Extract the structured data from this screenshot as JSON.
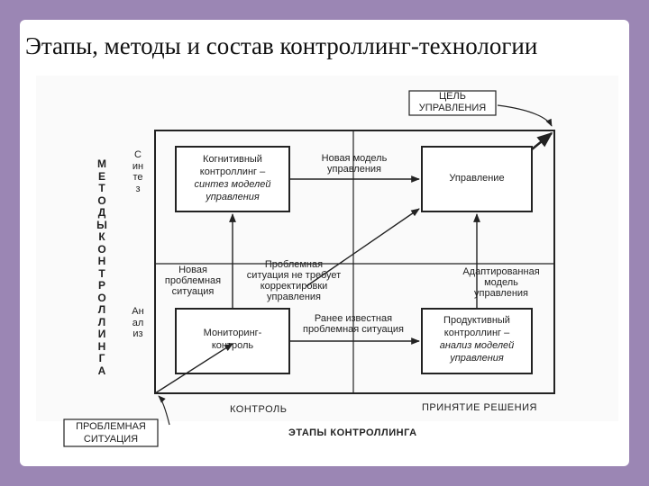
{
  "slide": {
    "title": "Этапы, методы и состав контроллинг-технологии"
  },
  "diagram": {
    "goal_label": "ЦЕЛЬ УПРАВЛЕНИЯ",
    "problem_label": "ПРОБЛЕМНАЯ СИТУАЦИЯ",
    "boxes": {
      "cognitive": {
        "line1": "Когнитивный",
        "line2": "контроллинг –",
        "line3": "синтез моделей",
        "line4": "управления"
      },
      "management": {
        "label": "Управление"
      },
      "monitoring": {
        "line1": "Мониторинг-",
        "line2": "контроль"
      },
      "productive": {
        "line1": "Продуктивный",
        "line2": "контроллинг –",
        "line3": "анализ моделей",
        "line4": "управления"
      }
    },
    "arrows": {
      "new_model": {
        "line1": "Новая модель",
        "line2": "управления"
      },
      "new_problem": {
        "line1": "Новая",
        "line2": "проблемная",
        "line3": "ситуация"
      },
      "no_correction": {
        "line1": "Проблемная",
        "line2": "ситуация не требует",
        "line3": "корректировки",
        "line4": "управления"
      },
      "adapted_model": {
        "line1": "Адаптированная",
        "line2": "модель",
        "line3": "управления"
      },
      "known_problem": {
        "line1": "Ранее известная",
        "line2": "проблемная ситуация"
      }
    },
    "vertical_labels": {
      "methods": "МЕТОДЫ КОНТРОЛЛИНГА",
      "synthesis": "Синтез",
      "analysis": "Анализ"
    },
    "axis_labels": {
      "control": "КОНТРОЛЬ",
      "decision": "ПРИНЯТИЕ РЕШЕНИЯ",
      "stages": "ЭТАПЫ КОНТРОЛЛИНГА"
    }
  }
}
